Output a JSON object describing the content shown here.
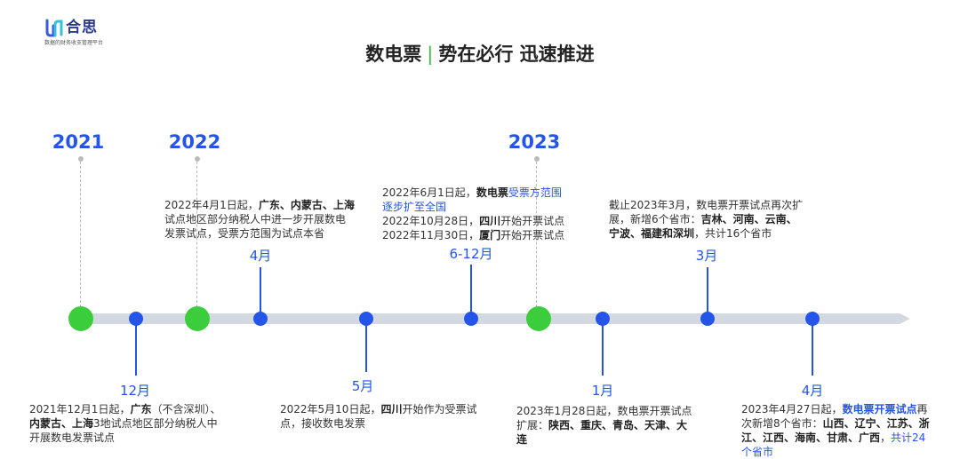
{
  "logo": {
    "name": "合思",
    "slogan": "数据的财务收支管理平台"
  },
  "title": {
    "left": "数电票",
    "separator": "|",
    "right": "势在必行 迅速推进"
  },
  "years": {
    "y2021": "2021",
    "y2022": "2022",
    "y2023": "2023"
  },
  "colors": {
    "accent_blue": "#2554e8",
    "accent_green": "#3ccd3c",
    "track_grey": "#d3d9e0"
  },
  "events": {
    "e1": {
      "month": "12月",
      "t1": "2021年12月1日起，",
      "t2": "广东",
      "t3": "（不含深圳）、",
      "t4": "内蒙古、上海",
      "t5": "3地试点地区部分纳税人中",
      "t6": "开展数电发票试点"
    },
    "e2": {
      "month": "4月",
      "t1": "2022年4月1日起，",
      "t2": "广东、内蒙古、上海",
      "t3": "试点地区部分纳税人中进一步开展数电",
      "t4": "发票试点，受票方范围为试点本省"
    },
    "e3": {
      "month": "5月",
      "t1": "2022年5月10日起，",
      "t2": "四川",
      "t3": "开始作为受票试",
      "t4": "点，接收数电发票"
    },
    "e4": {
      "month": "6-12月",
      "t1": "2022年6月1日起，",
      "t2": "数电票",
      "t3": "受票方范围",
      "t4": "逐步扩至全国",
      "t5": "2022年10月28日，",
      "t6": "四川",
      "t7": "开始开票试点",
      "t8": "2022年11月30日，",
      "t9": "厦门",
      "t10": "开始开票试点"
    },
    "e5": {
      "month": "1月",
      "t1": "2023年1月28日起，数电票开票试点",
      "t2": "扩展：",
      "t3": "陕西、重庆、青岛、天津、大",
      "t4": "连"
    },
    "e6": {
      "month": "3月",
      "t1": "截止2023年3月，数电票开票试点再次扩",
      "t2": "展，新增6个省市：",
      "t3": "吉林、河南、云南、",
      "t4": "宁波、福建和深圳",
      "t5": "，共计16个省市"
    },
    "e7": {
      "month": "4月",
      "t1": "2023年4月27日起，",
      "t2": "数电票开票试点",
      "t3": "再",
      "t4": "次新增8个省市：",
      "t5": "山西、辽宁、江苏、浙",
      "t6": "江、江西、海南、甘肃、广西",
      "t7": "，",
      "t8": "共计24",
      "t9": "个省市"
    }
  }
}
